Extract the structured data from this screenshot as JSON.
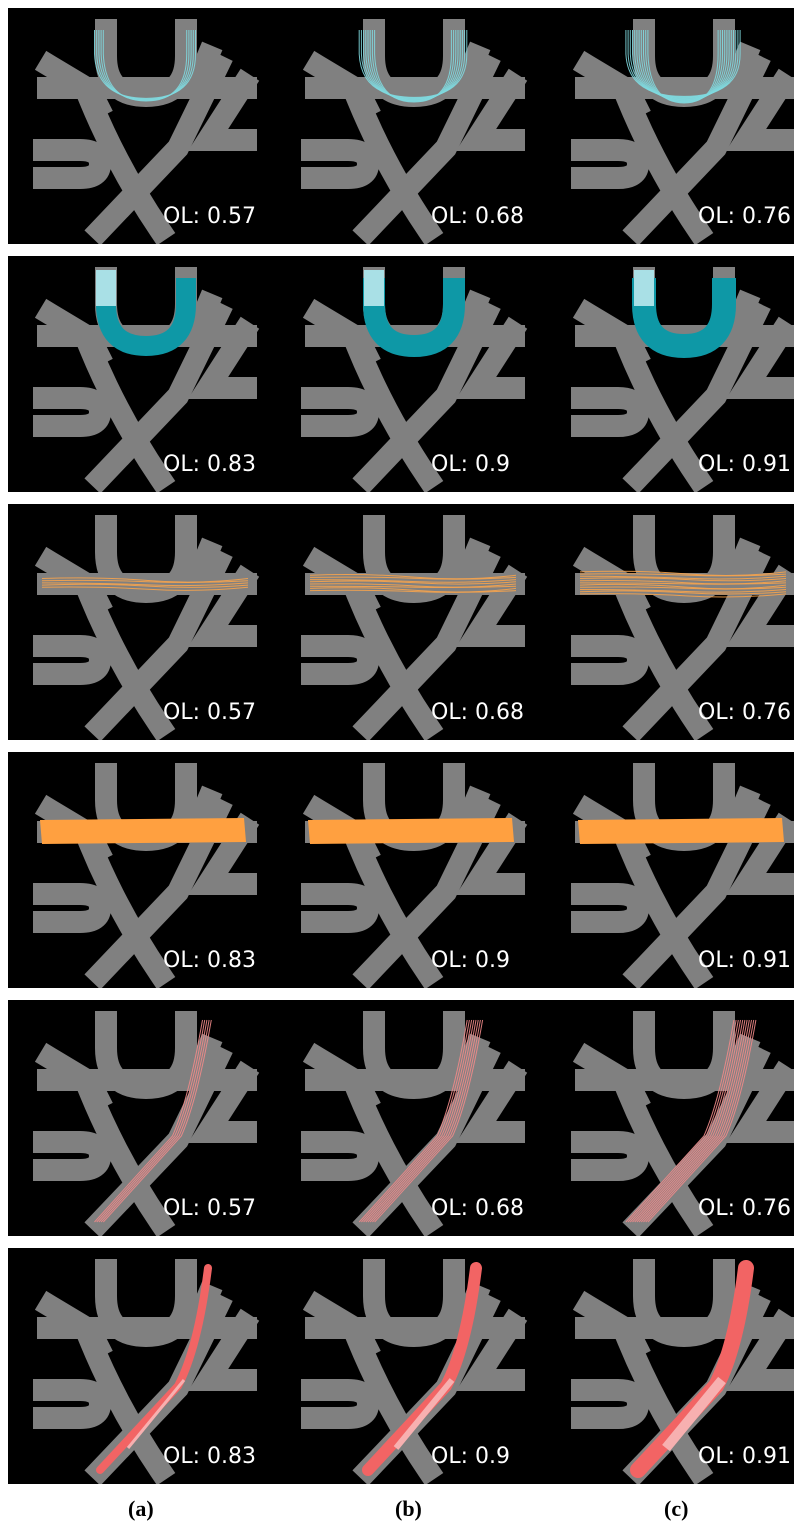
{
  "rows": [
    {
      "bundle": "u-shape",
      "render": "streamlines",
      "color": "#7fd9df",
      "labels": [
        "OL: 0.57",
        "OL: 0.68",
        "OL: 0.76"
      ]
    },
    {
      "bundle": "u-shape",
      "render": "volume",
      "color": "#0e98a6",
      "labels": [
        "OL: 0.83",
        "OL: 0.9",
        "OL: 0.91"
      ]
    },
    {
      "bundle": "horizontal",
      "render": "streamlines",
      "color": "#f6a34c",
      "labels": [
        "OL: 0.57",
        "OL: 0.68",
        "OL: 0.76"
      ]
    },
    {
      "bundle": "horizontal",
      "render": "volume",
      "color": "#ffa040",
      "labels": [
        "OL: 0.83",
        "OL: 0.9",
        "OL: 0.91"
      ]
    },
    {
      "bundle": "diagonal",
      "render": "streamlines",
      "color": "#f08a8a",
      "labels": [
        "OL: 0.57",
        "OL: 0.68",
        "OL: 0.76"
      ]
    },
    {
      "bundle": "diagonal",
      "render": "volume",
      "color": "#f26464",
      "labels": [
        "OL: 0.83",
        "OL: 0.9",
        "OL: 0.91"
      ]
    }
  ],
  "captions": [
    "(a)",
    "(b)",
    "(c)"
  ],
  "phantom_color": "#808080"
}
